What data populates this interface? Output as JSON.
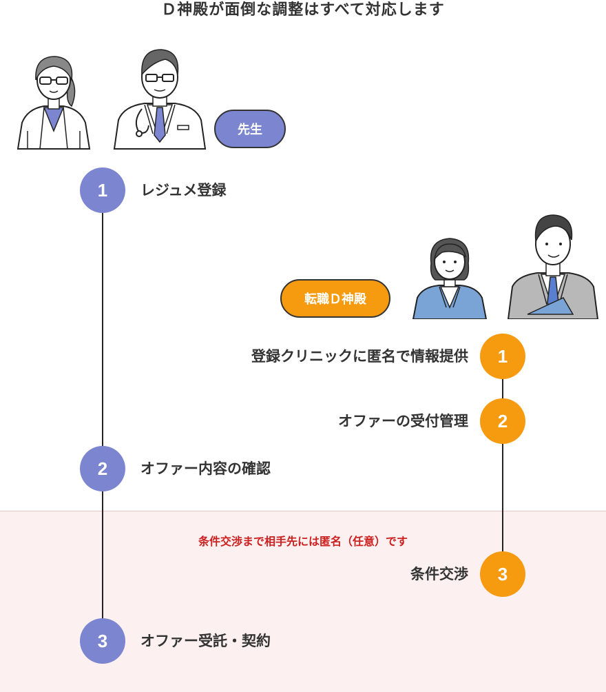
{
  "title": "Ｄ神殿が面倒な調整はすべて対応します",
  "doctor_side": {
    "badge_label": "先生",
    "steps": [
      {
        "number": "1",
        "label": "レジュメ登録"
      },
      {
        "number": "2",
        "label": "オファー内容の確認"
      },
      {
        "number": "3",
        "label": "オファー受託・契約"
      }
    ]
  },
  "agency_side": {
    "badge_label": "転職Ｄ神殿",
    "steps": [
      {
        "number": "1",
        "label": "登録クリニックに匿名で情報提供"
      },
      {
        "number": "2",
        "label": "オファーの受付管理"
      },
      {
        "number": "3",
        "label": "条件交渉"
      }
    ]
  },
  "note": "条件交渉まで相手先には匿名（任意）です",
  "colors": {
    "doctor_accent": "#7b85d0",
    "agency_accent": "#f69a0f",
    "band": "#fcf0f0",
    "note_text": "#cc1f1f"
  }
}
